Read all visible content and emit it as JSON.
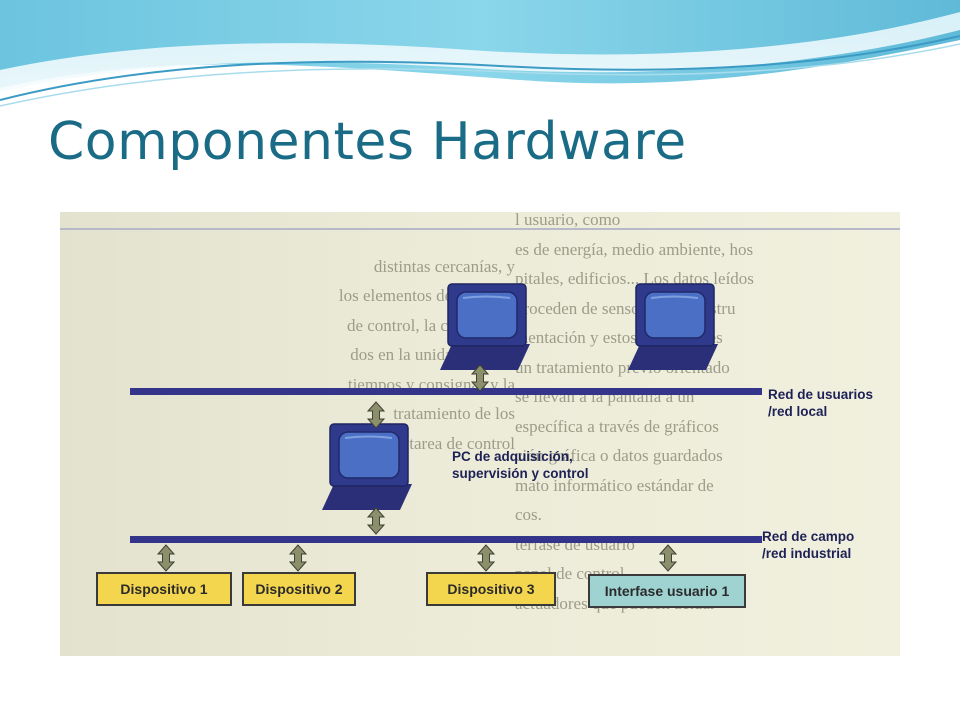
{
  "slide": {
    "title": "Componentes Hardware"
  },
  "colors": {
    "title": "#1a6b86",
    "bus": "#34358a",
    "connector": "#8c8f6c",
    "device_fill": "#f3d54e",
    "interface_fill": "#9fd3d2",
    "monitor_frame": "#2f3a8c",
    "monitor_screen": "#4a6fc4"
  },
  "figure": {
    "background_text_left": [
      "",
      "distintas cercanías, y",
      "los elementos de campo, l",
      "de control, la conversión",
      "dos en la unidad de cont",
      "tiempos y consignas y la",
      "tratamiento de los",
      "lo de la tarea de control",
      "",
      "",
      "",
      "",
      "",
      "",
      ""
    ],
    "background_text_right": [
      "l usuario, como",
      "es de energía, medio ambiente, hos",
      "pitales, edificios... Los datos leídos",
      "proceden de sensores y de instru",
      "mentación y estos son después",
      "un tratamiento previo orientado",
      "se llevan a la pantalla a un",
      "específica a través de gráficos",
      "ción gráfica o datos guardados",
      "mato informático estándar de",
      "cos.",
      "terfase de usuario",
      "panel de control",
      "actuadores que pueden actuar"
    ],
    "networks": {
      "users": {
        "label_line1": "Red de usuarios",
        "label_line2": "/red local"
      },
      "field": {
        "label_line1": "Red de campo",
        "label_line2": "/red industrial"
      }
    },
    "pc_label": {
      "line1": "PC de adquisición,",
      "line2": "supervisión y control"
    },
    "devices": [
      {
        "label": "Dispositivo 1"
      },
      {
        "label": "Dispositivo 2"
      },
      {
        "label": "Dispositivo 3"
      },
      {
        "label": "Interfase usuario 1"
      }
    ]
  }
}
